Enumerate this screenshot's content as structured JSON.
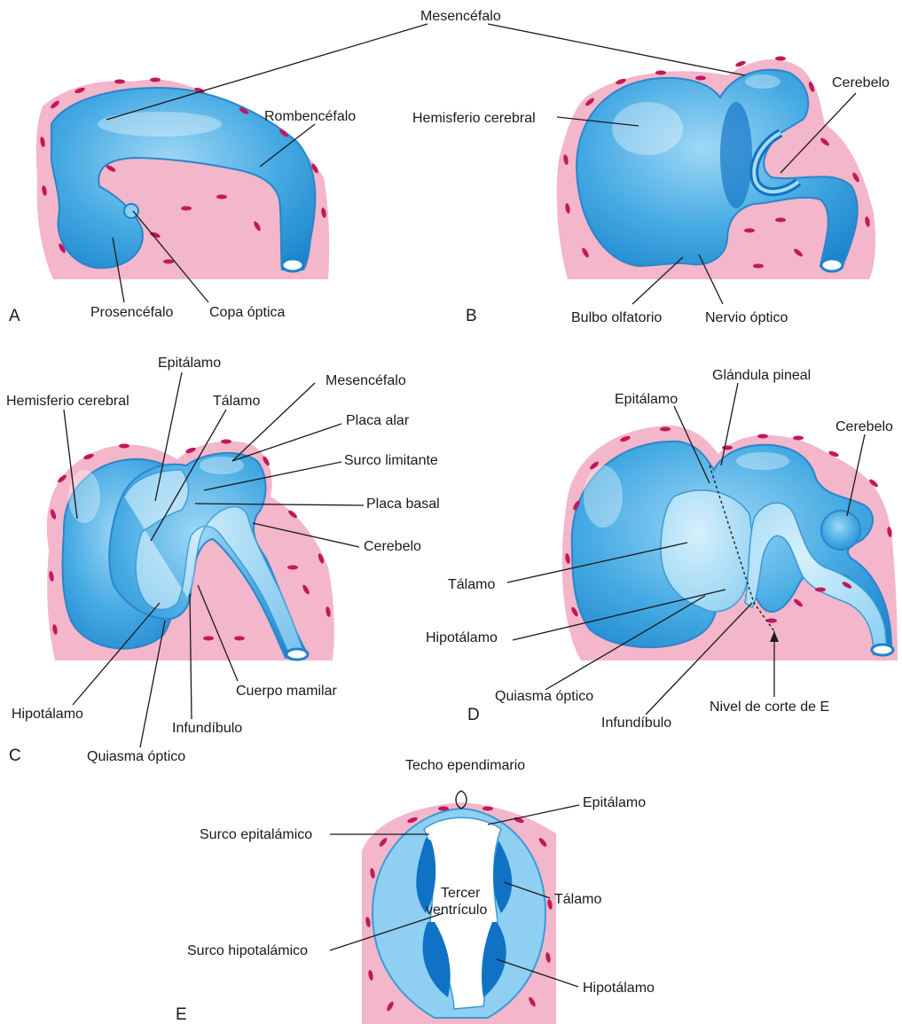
{
  "labels": {
    "mesencefalo_top": "Mesencéfalo",
    "a_rombencefalo": "Rombencéfalo",
    "a_prosencefalo": "Prosencéfalo",
    "a_copa_optica": "Copa óptica",
    "b_hemisferio": "Hemisferio cerebral",
    "b_cerebelo": "Cerebelo",
    "b_bulbo": "Bulbo olfatorio",
    "b_nervio": "Nervio óptico",
    "c_hemisferio": "Hemisferio cerebral",
    "c_epitalamo": "Epitálamo",
    "c_talamo": "Tálamo",
    "c_mesencefalo": "Mesencéfalo",
    "c_placa_alar": "Placa alar",
    "c_surco_limitante": "Surco limitante",
    "c_placa_basal": "Placa basal",
    "c_cerebelo": "Cerebelo",
    "c_cuerpo_mamilar": "Cuerpo mamilar",
    "c_hipotalamo": "Hipotálamo",
    "c_infundibulo": "Infundíbulo",
    "c_quiasma": "Quiasma óptico",
    "d_epitalamo": "Epitálamo",
    "d_glandula_pineal": "Glándula pineal",
    "d_cerebelo": "Cerebelo",
    "d_talamo": "Tálamo",
    "d_hipotalamo": "Hipotálamo",
    "d_quiasma": "Quiasma óptico",
    "d_infundibulo": "Infundíbulo",
    "d_nivel_corte": "Nivel de corte de E",
    "e_techo": "Techo ependimario",
    "e_epitalamo": "Epitálamo",
    "e_surco_epitalamico": "Surco epitalámico",
    "e_tercer": "Tercer",
    "e_ventriculo": "ventrículo",
    "e_talamo": "Tálamo",
    "e_surco_hipotalamico": "Surco hipotalámico",
    "e_hipotalamo": "Hipotálamo"
  },
  "panels": {
    "a": "A",
    "b": "B",
    "c": "C",
    "d": "D",
    "e": "E"
  },
  "colors": {
    "tissue": "#f3b6cb",
    "cells": "#c2185b",
    "brain": "#3fa4e0",
    "brain_dark": "#0f72c4",
    "brain_light": "#a9dcf5"
  }
}
